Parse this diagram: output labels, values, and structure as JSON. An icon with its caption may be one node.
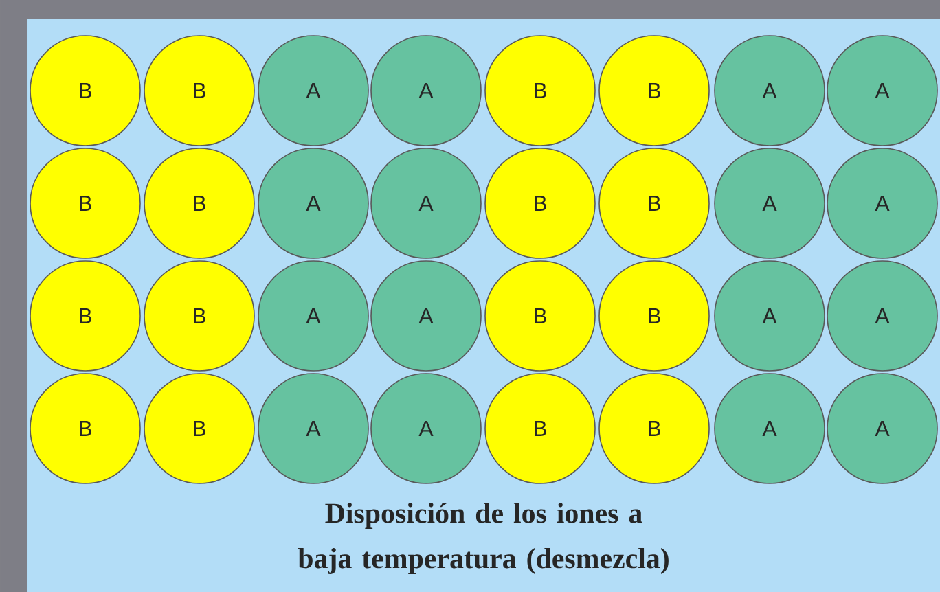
{
  "diagram": {
    "caption": "Disposición de los iones a baja temperatura (desmezcla)",
    "nodes": [
      {
        "text": [
          "B"
        ]
      },
      {
        "text": [
          "B"
        ]
      },
      {
        "text": [
          "A"
        ]
      },
      {
        "text": [
          "A"
        ]
      },
      {
        "text": [
          "B"
        ]
      },
      {
        "text": [
          "B"
        ]
      },
      {
        "text": [
          "A"
        ]
      },
      {
        "text": [
          "A"
        ]
      },
      {
        "text": [
          "B"
        ]
      },
      {
        "text": [
          "B"
        ]
      },
      {
        "text": [
          "A"
        ]
      },
      {
        "text": [
          "A"
        ]
      },
      {
        "text": [
          "B"
        ]
      },
      {
        "text": [
          "B"
        ]
      },
      {
        "text": [
          "A"
        ]
      },
      {
        "text": [
          "A"
        ]
      },
      {
        "text": [
          "B"
        ]
      },
      {
        "text": [
          "B"
        ]
      },
      {
        "text": [
          "A"
        ]
      },
      {
        "text": [
          "A"
        ]
      },
      {
        "text": [
          "B"
        ]
      },
      {
        "text": [
          "B"
        ]
      },
      {
        "text": [
          "A"
        ]
      },
      {
        "text": [
          "A"
        ]
      },
      {
        "text": [
          "B"
        ]
      },
      {
        "text": [
          "B"
        ]
      },
      {
        "text": [
          "A"
        ]
      },
      {
        "text": [
          "A"
        ]
      },
      {
        "text": [
          "B"
        ]
      },
      {
        "text": [
          "B"
        ]
      },
      {
        "text": [
          "A"
        ]
      },
      {
        "text": [
          "A"
        ]
      }
    ]
  }
}
